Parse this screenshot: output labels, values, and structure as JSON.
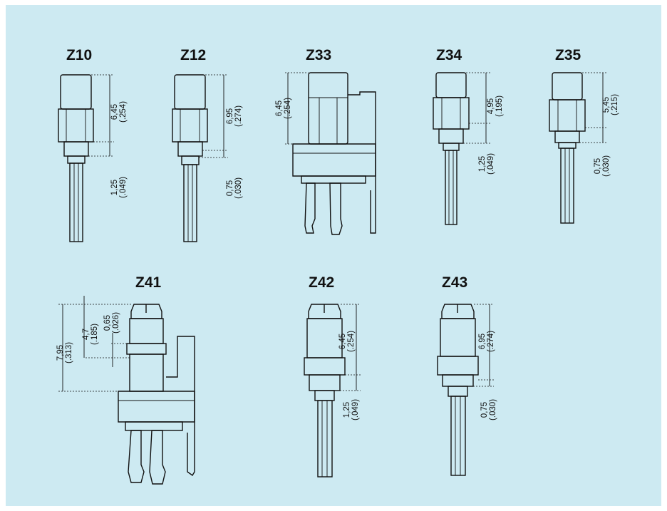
{
  "colors": {
    "panel_background": "#cdeaf2",
    "ink": "#111111"
  },
  "parts": [
    {
      "label": "Z10",
      "dims": [
        {
          "mm": "6,45",
          "in": "(.254)"
        },
        {
          "mm": "1,25",
          "in": "(.049)"
        }
      ]
    },
    {
      "label": "Z12",
      "dims": [
        {
          "mm": "6,95",
          "in": "(.274)"
        },
        {
          "mm": "0,75",
          "in": "(.030)"
        }
      ]
    },
    {
      "label": "Z33",
      "dims": [
        {
          "mm": "6,45",
          "in": "(.254)"
        }
      ]
    },
    {
      "label": "Z34",
      "dims": [
        {
          "mm": "4,95",
          "in": "(.195)"
        },
        {
          "mm": "1,25",
          "in": "(.049)"
        }
      ]
    },
    {
      "label": "Z35",
      "dims": [
        {
          "mm": "5,45",
          "in": "(.215)"
        },
        {
          "mm": "0,75",
          "in": "(.030)"
        }
      ]
    },
    {
      "label": "Z41",
      "dims": [
        {
          "mm": "7,95",
          "in": "(.313)"
        },
        {
          "mm": "4,7",
          "in": "(.185)"
        },
        {
          "mm": "0,65",
          "in": "(.026)"
        }
      ]
    },
    {
      "label": "Z42",
      "dims": [
        {
          "mm": "6,45",
          "in": "(.254)"
        },
        {
          "mm": "1,25",
          "in": "(.049)"
        }
      ]
    },
    {
      "label": "Z43",
      "dims": [
        {
          "mm": "6,95",
          "in": "(.274)"
        },
        {
          "mm": "0,75",
          "in": "(.030)"
        }
      ]
    }
  ]
}
